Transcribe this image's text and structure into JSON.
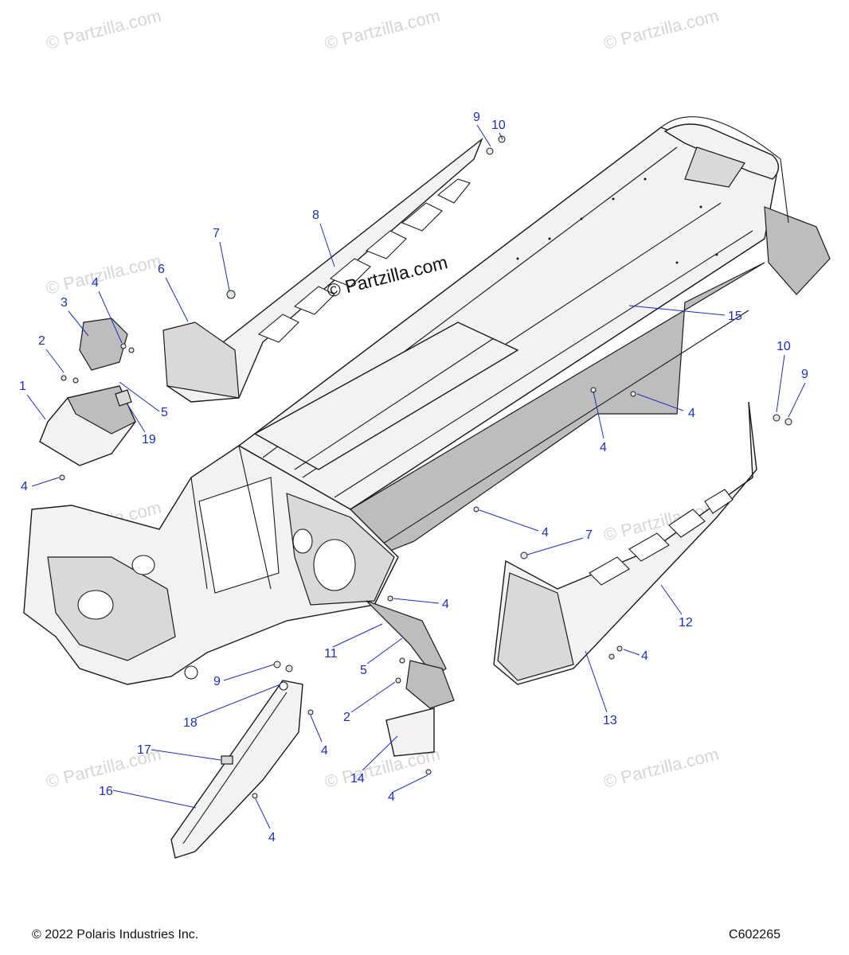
{
  "watermark": "© Partzilla.com",
  "overlay_watermark": "© Partzilla.com",
  "footer": {
    "copyright": "© 2022 Polaris Industries Inc.",
    "diagram_code": "C602265"
  },
  "callouts": [
    "9",
    "10",
    "8",
    "7",
    "6",
    "4",
    "3",
    "2",
    "1",
    "5",
    "19",
    "4",
    "15",
    "10",
    "9",
    "4",
    "4",
    "4",
    "7",
    "12",
    "4",
    "4",
    "11",
    "5",
    "9",
    "18",
    "2",
    "4",
    "17",
    "16",
    "4",
    "13",
    "14",
    "4"
  ]
}
